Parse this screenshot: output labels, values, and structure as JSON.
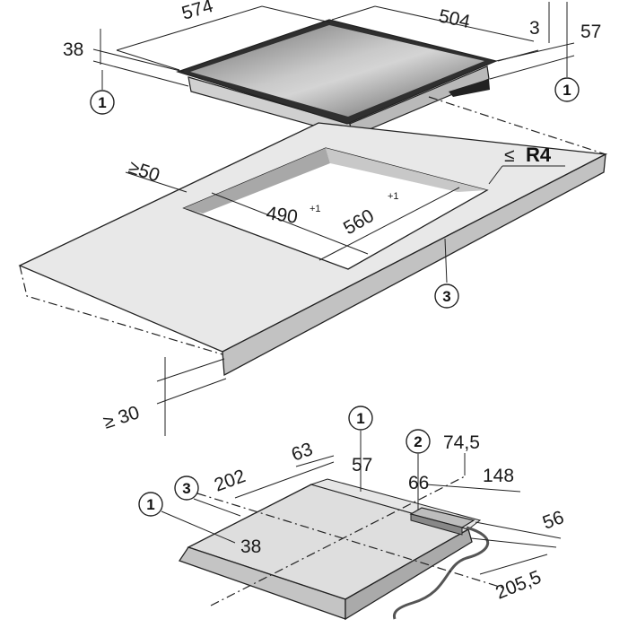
{
  "colors": {
    "worktop_top": "#e6e6e6",
    "worktop_front": "#cfcfcf",
    "worktop_side": "#bdbdbd",
    "cutout_inner": "#a8a8a8",
    "glass_dark": "#3c3c3c",
    "frame_grey": "#d9d9d9",
    "cable": "#555555",
    "line": "#222222"
  },
  "icons": [
    "circled-number-1",
    "circled-number-2",
    "circled-number-3"
  ],
  "top_view": {
    "width_label": "574",
    "depth_label": "504",
    "frame_label": "3",
    "total_height_label": "57",
    "thickness_label": "38",
    "callout_left": "1",
    "callout_right": "1"
  },
  "worktop": {
    "min_gap_label": "≥50",
    "cutout_depth_label": "490",
    "cutout_depth_tol": "+1",
    "cutout_width_label": "560",
    "cutout_width_tol": "+1",
    "corner_radius_sign": "≤",
    "corner_radius_label": "R4",
    "worktop_thickness_label": "≥ 30",
    "callout": "3"
  },
  "underside": {
    "callout_top": "1",
    "callout_connection": "2",
    "callout_left_1": "1",
    "callout_left_3": "3",
    "dim_202": "202",
    "dim_63": "63",
    "dim_57": "57",
    "dim_74_5": "74,5",
    "dim_66": "66",
    "dim_148": "148",
    "dim_56": "56",
    "dim_38": "38",
    "dim_205_5": "205,5"
  }
}
